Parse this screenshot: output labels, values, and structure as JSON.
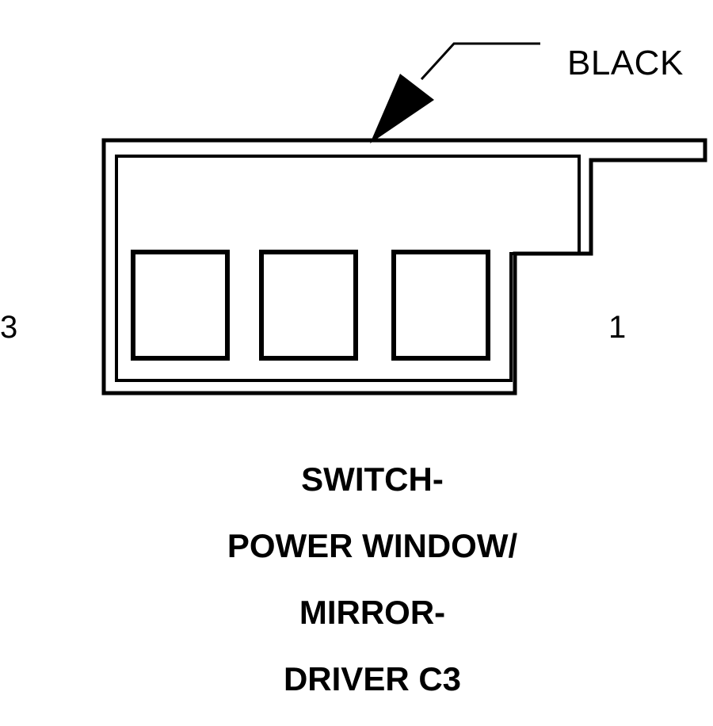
{
  "callout": {
    "wire_color": "BLACK"
  },
  "pins": {
    "left": "3",
    "right": "1"
  },
  "caption": {
    "lines": [
      "SWITCH-",
      "POWER WINDOW/",
      "MIRROR-",
      "DRIVER C3"
    ]
  },
  "colors": {
    "ink": "#000000",
    "background": "#ffffff"
  }
}
